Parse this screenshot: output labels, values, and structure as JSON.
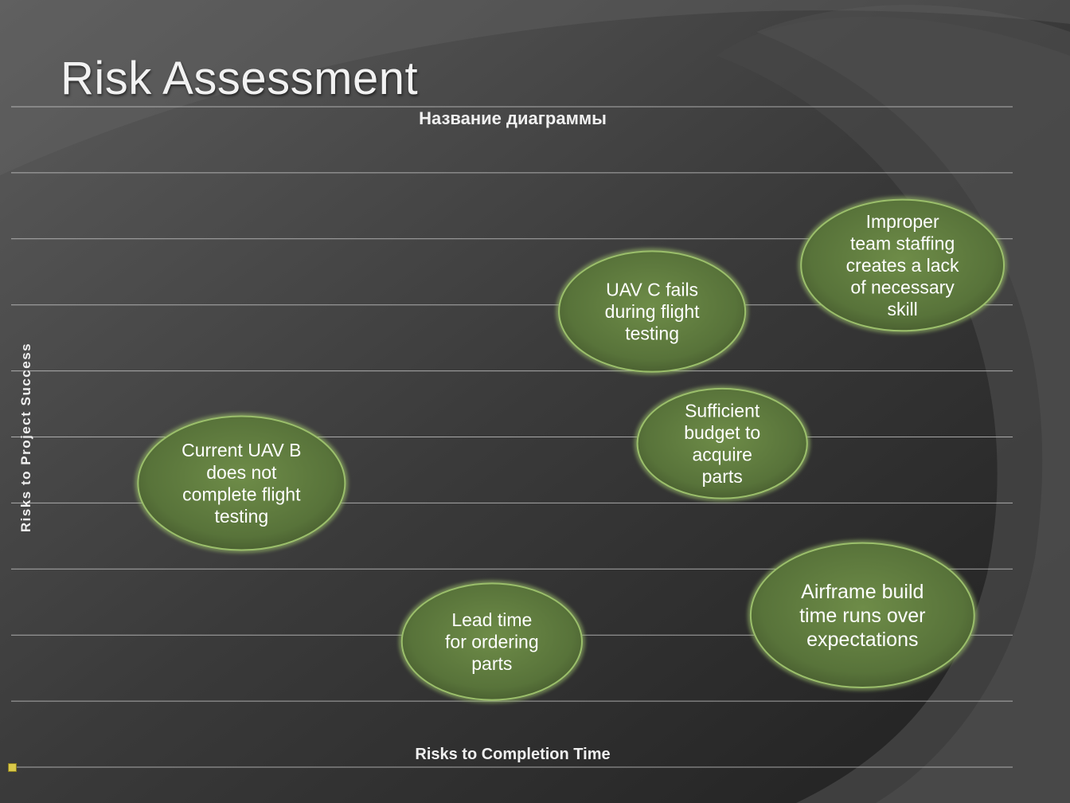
{
  "slide": {
    "title": "Risk Assessment"
  },
  "chart_data": {
    "type": "bubble",
    "title": "Название диаграммы",
    "xlabel": "Risks to Completion Time",
    "ylabel": "Risks to Project Success",
    "grid": true,
    "xlim": [
      0,
      10
    ],
    "ylim": [
      0,
      10
    ],
    "legend": "bottom-left",
    "colors": {
      "bubble_fill": "#5d7a3a",
      "bubble_edge": "#9bbf6b",
      "gridline": "#cfcfcf",
      "text": "#ffffff"
    },
    "bubbles": [
      {
        "label": [
          "Current UAV B",
          "does not",
          "complete flight",
          "testing"
        ],
        "x": 2.3,
        "y": 4.3,
        "size": 1.0
      },
      {
        "label": [
          "Lead time",
          "for ordering",
          "parts"
        ],
        "x": 4.8,
        "y": 1.9,
        "size": 0.87
      },
      {
        "label": [
          "UAV C fails",
          "during flight",
          "testing"
        ],
        "x": 6.4,
        "y": 6.9,
        "size": 0.9
      },
      {
        "label": [
          "Sufficient",
          "budget to",
          "acquire",
          "parts"
        ],
        "x": 7.1,
        "y": 4.9,
        "size": 0.82
      },
      {
        "label": [
          "Improper",
          "team staffing",
          "creates a lack",
          "of necessary",
          "skill"
        ],
        "x": 8.9,
        "y": 7.6,
        "size": 0.98
      },
      {
        "label": [
          "Airframe build",
          "time runs over",
          "expectations"
        ],
        "x": 8.5,
        "y": 2.3,
        "size": 1.08
      }
    ]
  }
}
